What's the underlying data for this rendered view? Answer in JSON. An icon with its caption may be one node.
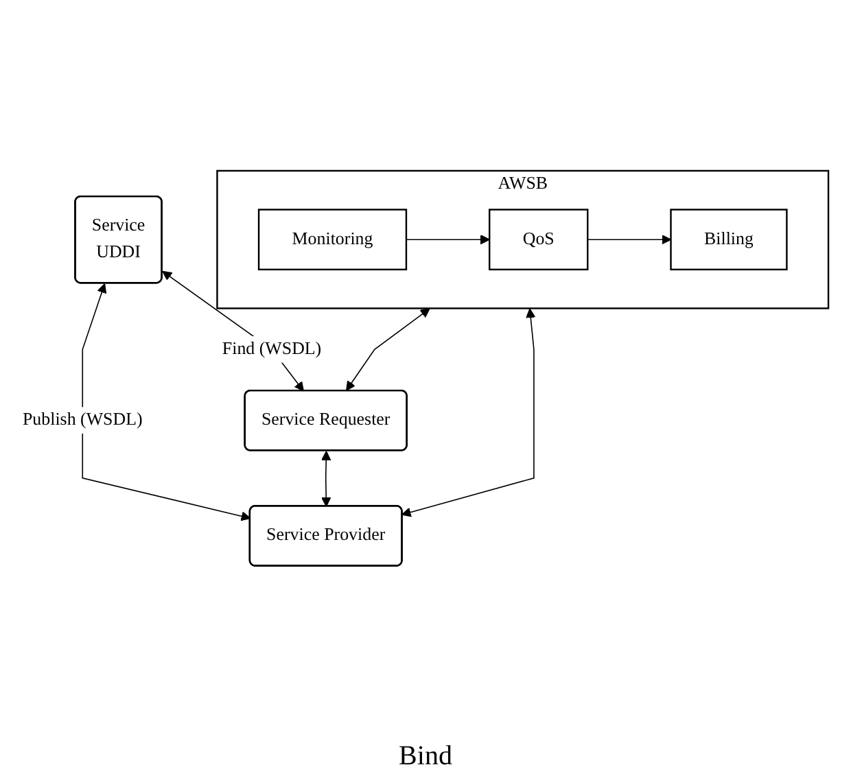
{
  "diagram": {
    "nodes": [
      {
        "text": [
          "Service",
          "UDDI"
        ]
      },
      {
        "text": [
          "AWSB"
        ]
      },
      {
        "text": [
          "Monitoring"
        ],
        "in": 1
      },
      {
        "text": [
          "QoS"
        ],
        "in": 1
      },
      {
        "text": [
          "Billing"
        ],
        "in": 1
      },
      {
        "text": [
          "Service Requester"
        ]
      },
      {
        "text": [
          "Service Provider"
        ]
      }
    ],
    "edges": [
      {
        "from": 0,
        "to": 5,
        "arrow": "both",
        "label": "Find (WSDL)"
      },
      {
        "from": 0,
        "to": 6,
        "arrow": "both",
        "label": "Publish (WSDL)"
      },
      {
        "from": 2,
        "to": 3,
        "arrow": "to"
      },
      {
        "from": 3,
        "to": 4,
        "arrow": "to"
      },
      {
        "from": 1,
        "to": 5,
        "arrow": "both"
      },
      {
        "from": 1,
        "to": 6,
        "arrow": "both"
      },
      {
        "from": 5,
        "to": 6,
        "arrow": "both"
      }
    ],
    "labels": [
      "Bind"
    ]
  }
}
